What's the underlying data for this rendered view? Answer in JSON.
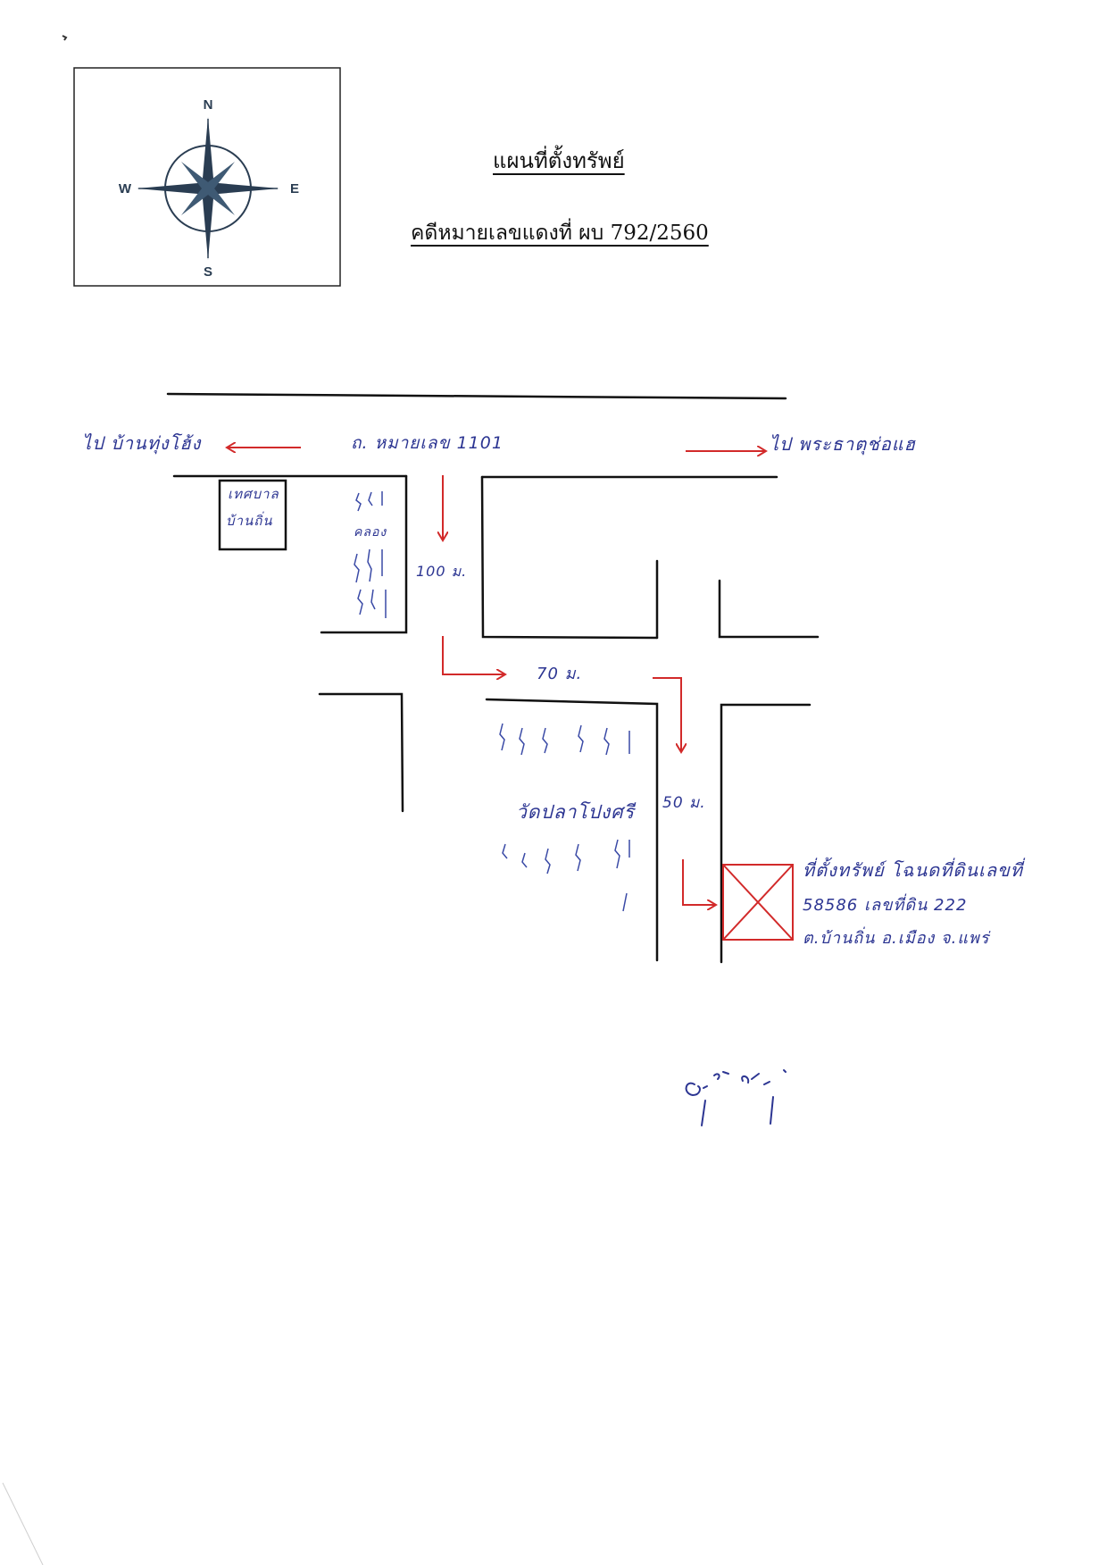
{
  "document": {
    "title": "แผนที่ตั้งทรัพย์",
    "case_number": "คดีหมายเลขแดงที่ ผบ 792/2560"
  },
  "compass": {
    "north": "N",
    "south": "S",
    "east": "E",
    "west": "W",
    "icon": "compass-rose-icon"
  },
  "map": {
    "road_name": "ถ. หมายเลข 1101",
    "to_west": "ไป บ้านทุ่งโฮ้ง",
    "to_east": "ไป พระธาตุช่อแฮ",
    "school_label": [
      "เทศบาล",
      "บ้านถิ่น"
    ],
    "canal_label": "คลอง",
    "distance_1": "100 ม.",
    "distance_2": "70 ม.",
    "distance_3": "50 ม.",
    "temple_label": "วัดปลาโปงศรี",
    "property_label": [
      "ที่ตั้งทรัพย์ โฉนดที่ดินเลขที่",
      "58586 เลขที่ดิน 222",
      "ต.บ้านถิ่น อ.เมือง จ.แพร่"
    ],
    "property_marker_icon": "property-x-marker-icon"
  },
  "colors": {
    "road_lines": "#111111",
    "arrows": "#d22a2a",
    "handwriting": "#2c3592",
    "compass": "#2a3d52"
  }
}
